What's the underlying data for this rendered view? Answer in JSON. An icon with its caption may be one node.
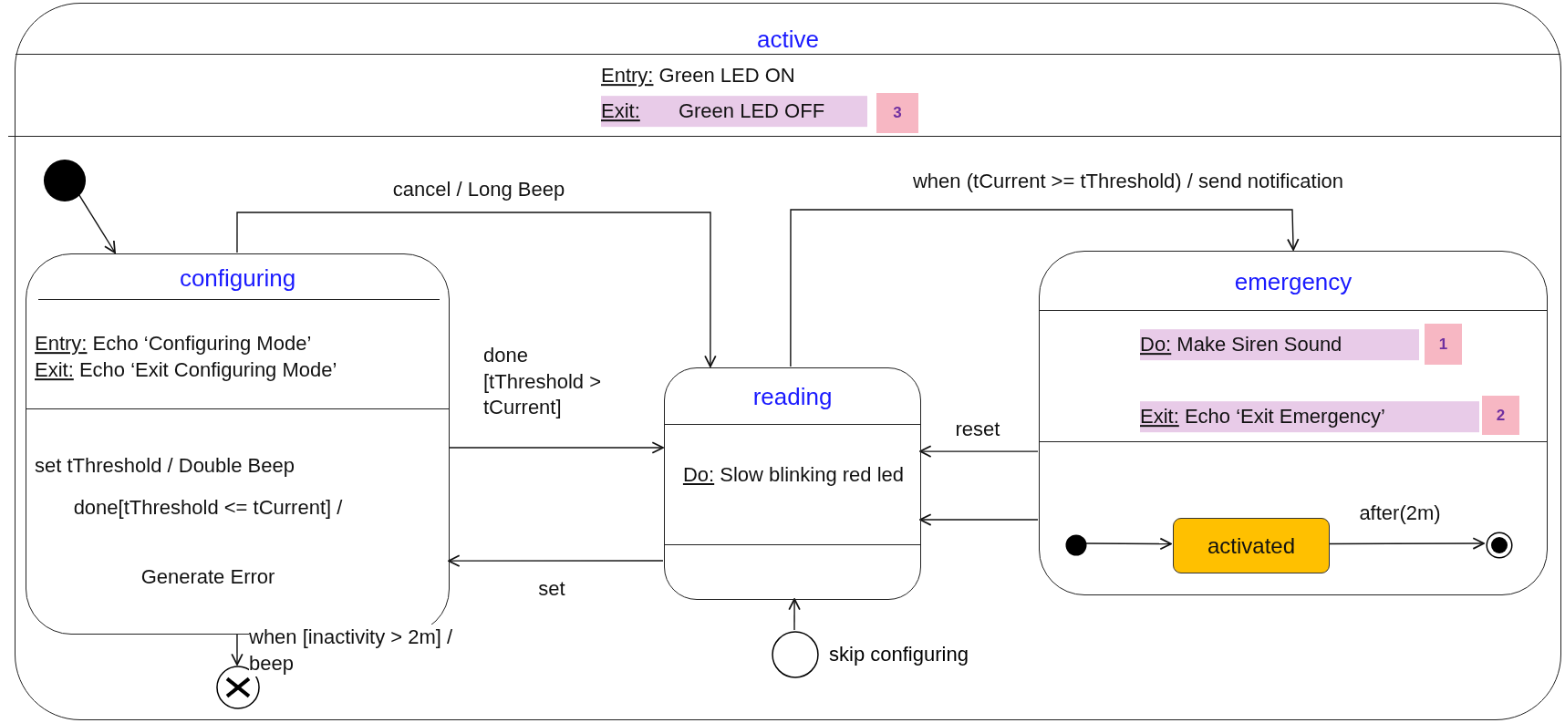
{
  "diagram": {
    "nodes": [
      {
        "text": [
          "active",
          "Entry: Green LED ON",
          "Exit: Green LED OFF"
        ]
      },
      {
        "text": [],
        "shape": "circle",
        "in": 0
      },
      {
        "text": [
          "configuring",
          "Entry: Echo ‘Configuring Mode’",
          "Exit: Echo ‘Exit Configuring Mode’",
          "set tThreshold / Double Beep",
          "done[tThreshold <= tCurrent] / Generate Error"
        ],
        "in": 0
      },
      {
        "text": [
          "reading",
          "Do: Slow blinking red led"
        ],
        "in": 0
      },
      {
        "text": [
          "emergency",
          "Do: Make Siren Sound",
          "Exit: Echo ‘Exit Emergency’"
        ],
        "in": 0
      },
      {
        "text": [],
        "shape": "circle",
        "in": 4
      },
      {
        "text": [
          "activated"
        ],
        "in": 4
      },
      {
        "text": [],
        "shape": "circle",
        "in": 4
      },
      {
        "text": [],
        "shape": "circle",
        "in": 0,
        "beside": [
          "skip configuring"
        ]
      },
      {
        "text": [],
        "shape": "circle",
        "in": 0
      }
    ],
    "edges": [
      {
        "from": 1,
        "to": 2,
        "arrow": "to"
      },
      {
        "from": 2,
        "to": 3,
        "arrow": "to",
        "label": "cancel / Long Beep"
      },
      {
        "from": 2,
        "to": 3,
        "arrow": "to",
        "label": "done [tThreshold > tCurrent]"
      },
      {
        "from": 3,
        "to": 2,
        "arrow": "to",
        "label": "set"
      },
      {
        "from": 3,
        "to": 4,
        "arrow": "to",
        "label": "when (tCurrent >= tThreshold) / send notification"
      },
      {
        "from": 4,
        "to": 3,
        "arrow": "to",
        "label": "reset"
      },
      {
        "from": 4,
        "to": 3,
        "arrow": "to"
      },
      {
        "from": 5,
        "to": 6,
        "arrow": "to"
      },
      {
        "from": 6,
        "to": 7,
        "arrow": "to",
        "label": "after(2m)"
      },
      {
        "from": 8,
        "to": 3,
        "arrow": "to"
      },
      {
        "from": 2,
        "to": 9,
        "arrow": "to",
        "label": "when [inactivity > 2m] / beep"
      }
    ],
    "labels": [
      "3",
      "1",
      "2"
    ]
  }
}
